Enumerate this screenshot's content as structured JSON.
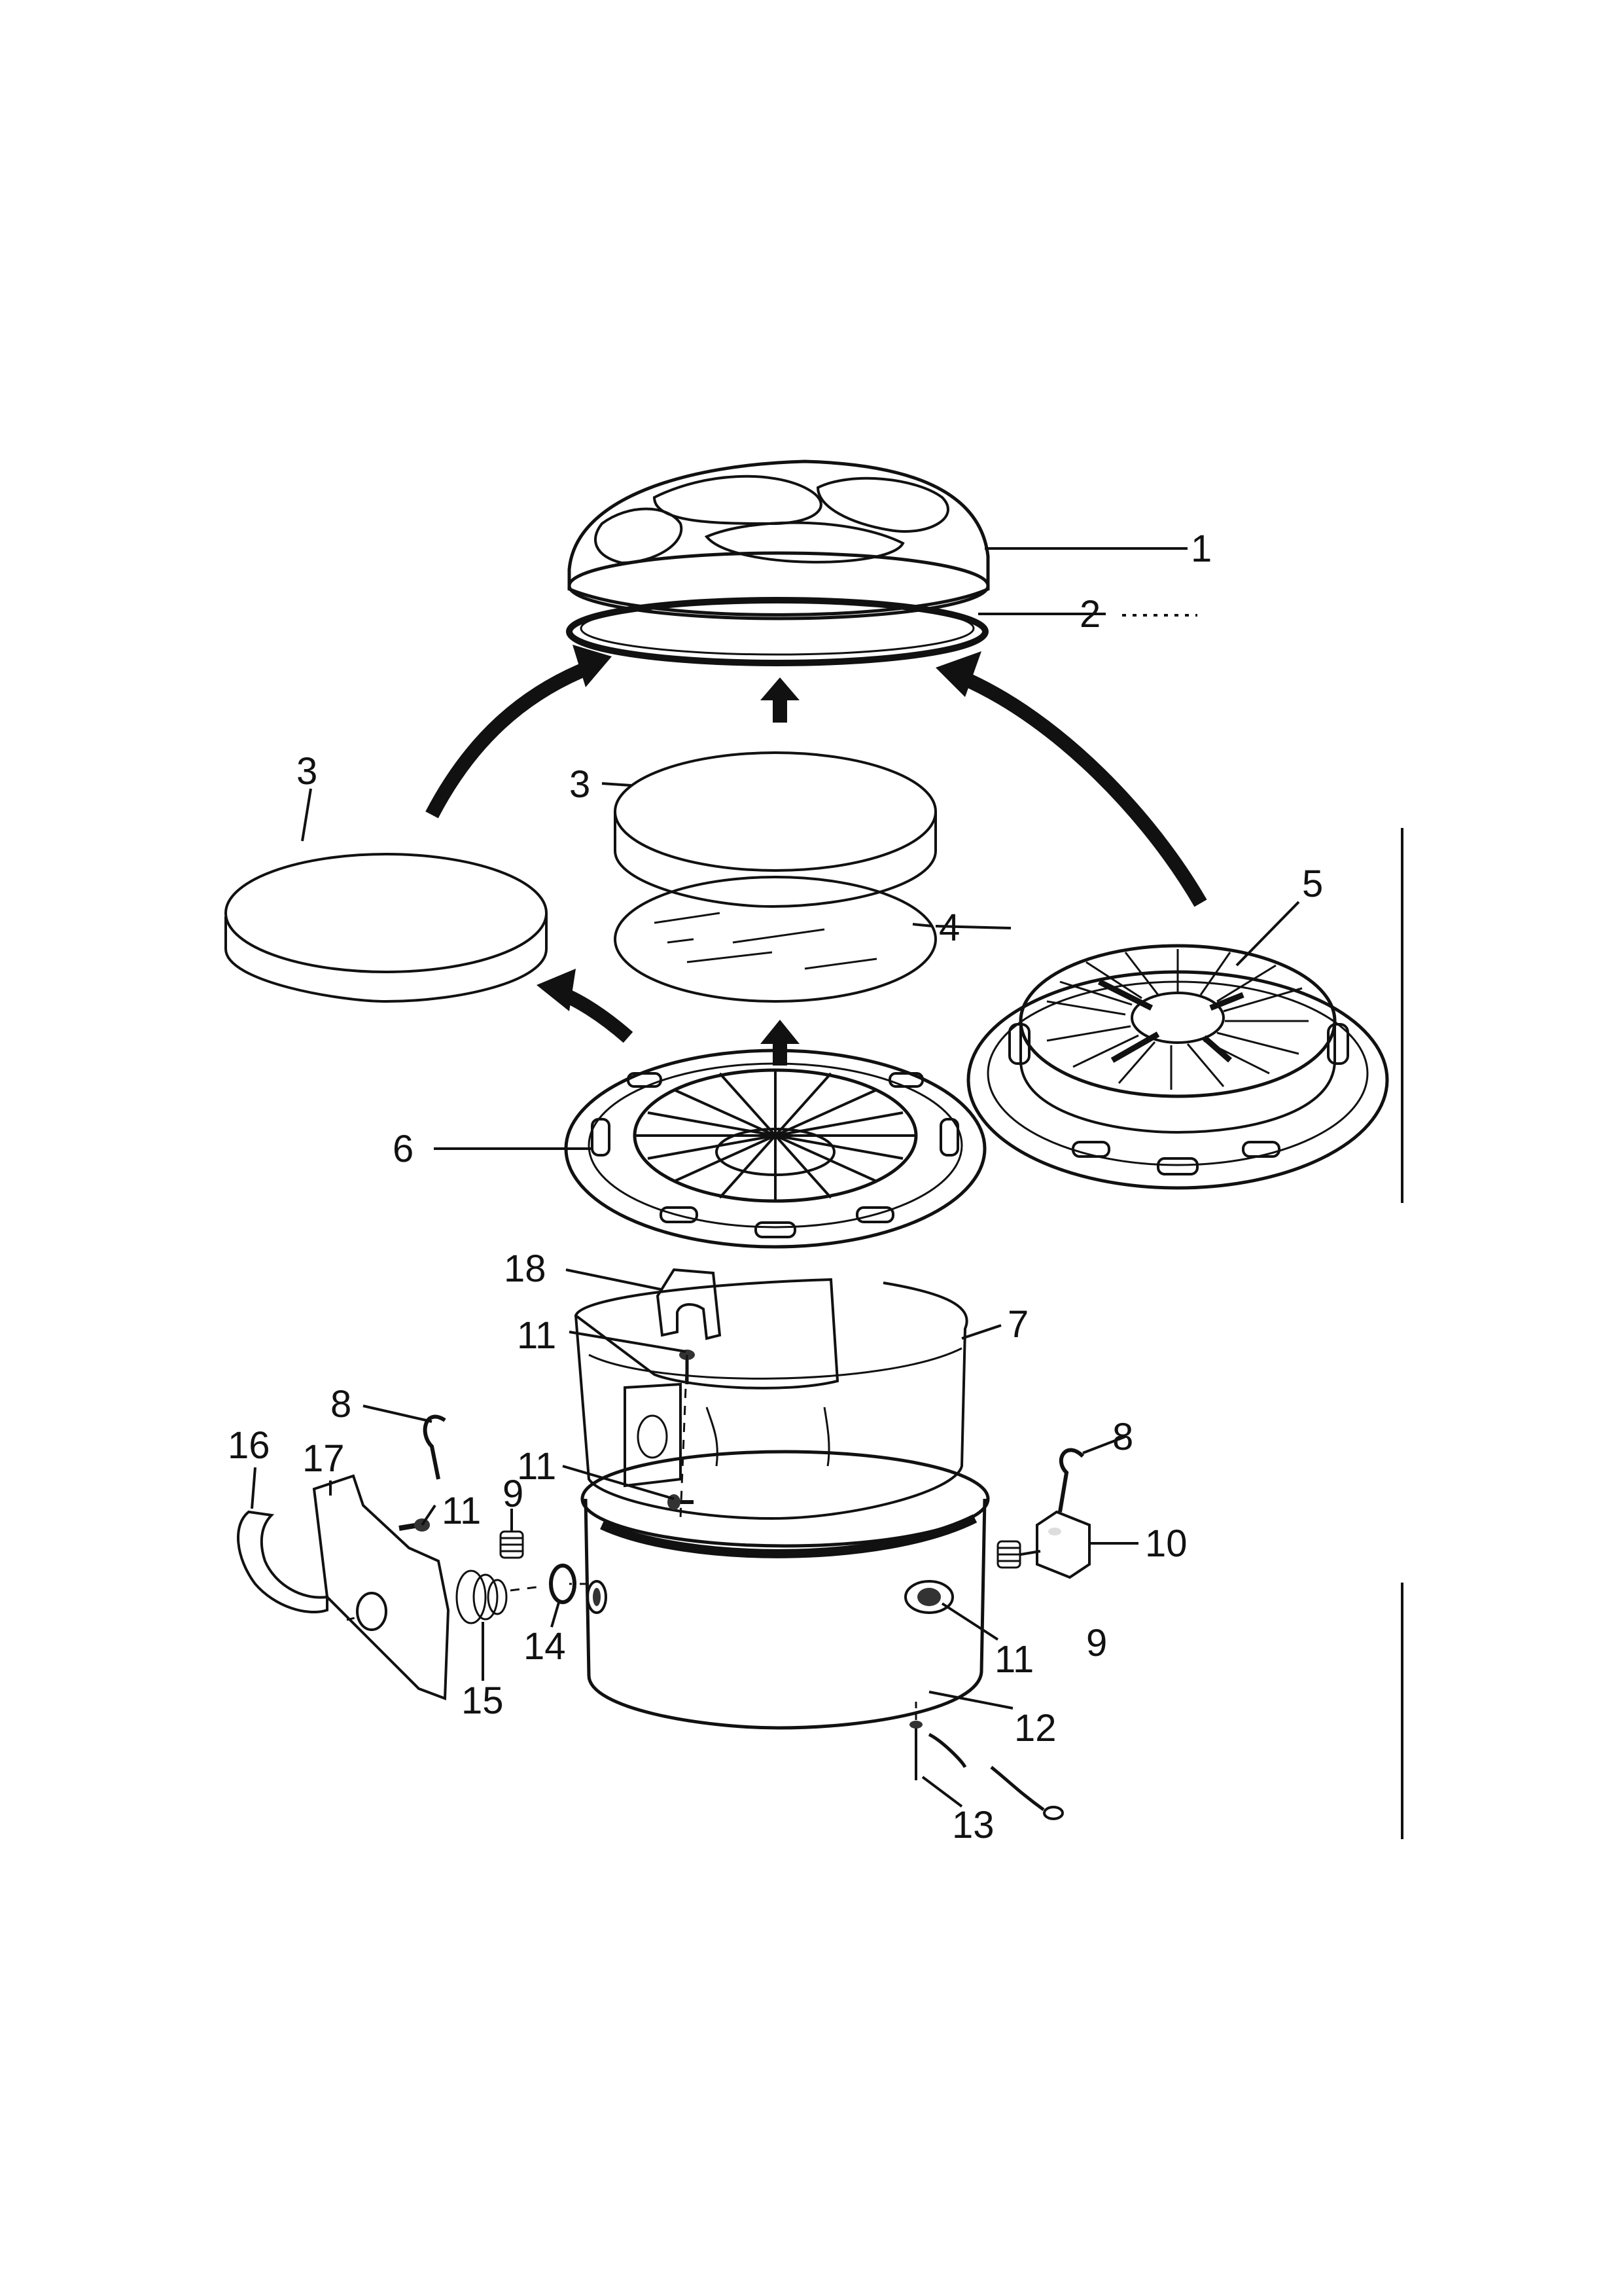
{
  "labels": {
    "l1": "1",
    "l2": "2",
    "l3a": "3",
    "l3b": "3",
    "l4": "4",
    "l5": "5",
    "l6": "6",
    "l7": "7",
    "l8a": "8",
    "l8b": "8",
    "l9a": "9",
    "l9b": "9",
    "l10": "10",
    "l11a": "11",
    "l11b": "11",
    "l11c": "11",
    "l11d": "11",
    "l12": "12",
    "l13": "13",
    "l14": "14",
    "l15": "15",
    "l16": "16",
    "l17": "17",
    "l18": "18"
  },
  "colors": {
    "ink": "#111111",
    "lid": "#3a3a3a",
    "filter": "#d4d4d4"
  }
}
